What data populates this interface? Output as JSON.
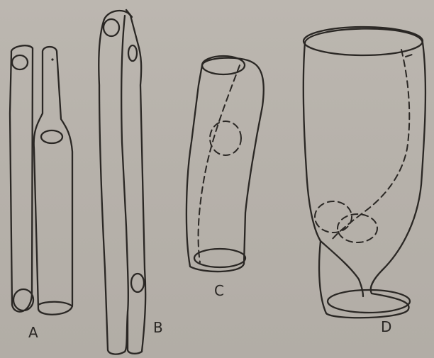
{
  "figure": {
    "labels": {
      "a": "A",
      "b": "B",
      "c": "C",
      "d": "D"
    },
    "colors": {
      "paper": "#b7b2ab",
      "ink": "#2a2724"
    }
  }
}
